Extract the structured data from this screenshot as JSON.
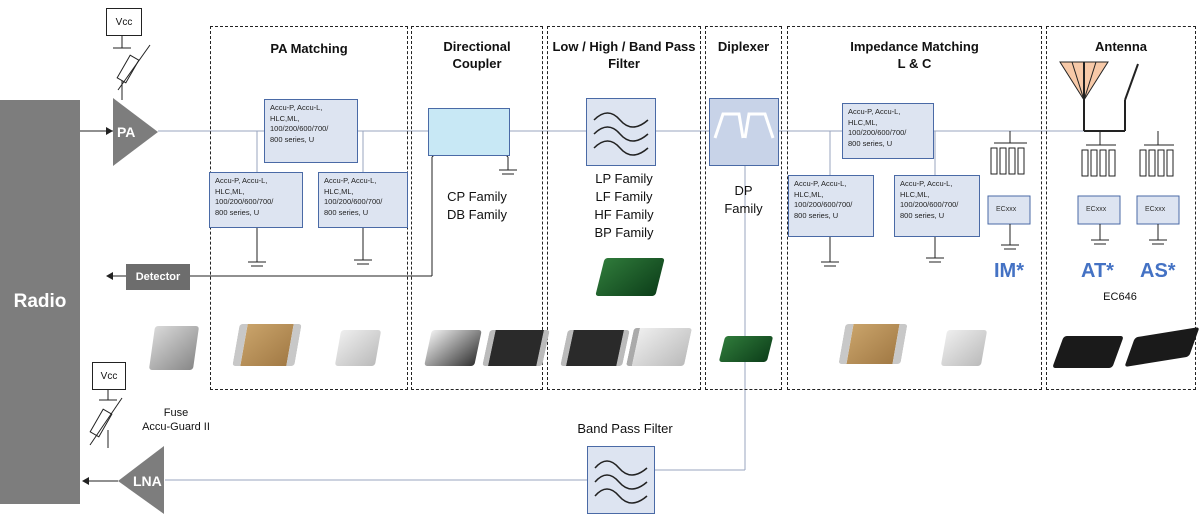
{
  "radio": {
    "label": "Radio"
  },
  "pa": {
    "label": "PA"
  },
  "lna": {
    "label": "LNA"
  },
  "vcc_top": "Vcc",
  "vcc_bottom": "Vcc",
  "detector": "Detector",
  "fuse_label": [
    "Fuse",
    "Accu-Guard II"
  ],
  "band_pass_label": "Band Pass Filter",
  "sections": {
    "pa_matching": "PA Matching",
    "directional_coupler": [
      "Directional",
      "Coupler"
    ],
    "filter": [
      "Low / High / Band Pass",
      "Filter"
    ],
    "diplexer": "Diplexer",
    "impedance": [
      "Impedance Matching",
      "L & C"
    ],
    "antenna": "Antenna"
  },
  "component_lines": [
    "Accu-P, Accu-L,",
    "HLC,ML,",
    "100/200/600/700/",
    "800 series, U"
  ],
  "families": {
    "coupler": [
      "CP Family",
      "DB Family"
    ],
    "filter": [
      "LP Family",
      "LF Family",
      "HF Family",
      "BP Family"
    ],
    "diplexer": [
      "DP",
      "Family"
    ]
  },
  "ec_label": "ECxxx",
  "badges": {
    "im": "IM*",
    "at": "AT*",
    "as": "AS*"
  },
  "ec646": "EC646",
  "colors": {
    "accent": "#4472c4",
    "box_fill": "#dde4f1",
    "box_border": "#4a6aa6",
    "radio_gray": "#7d7d7d"
  }
}
